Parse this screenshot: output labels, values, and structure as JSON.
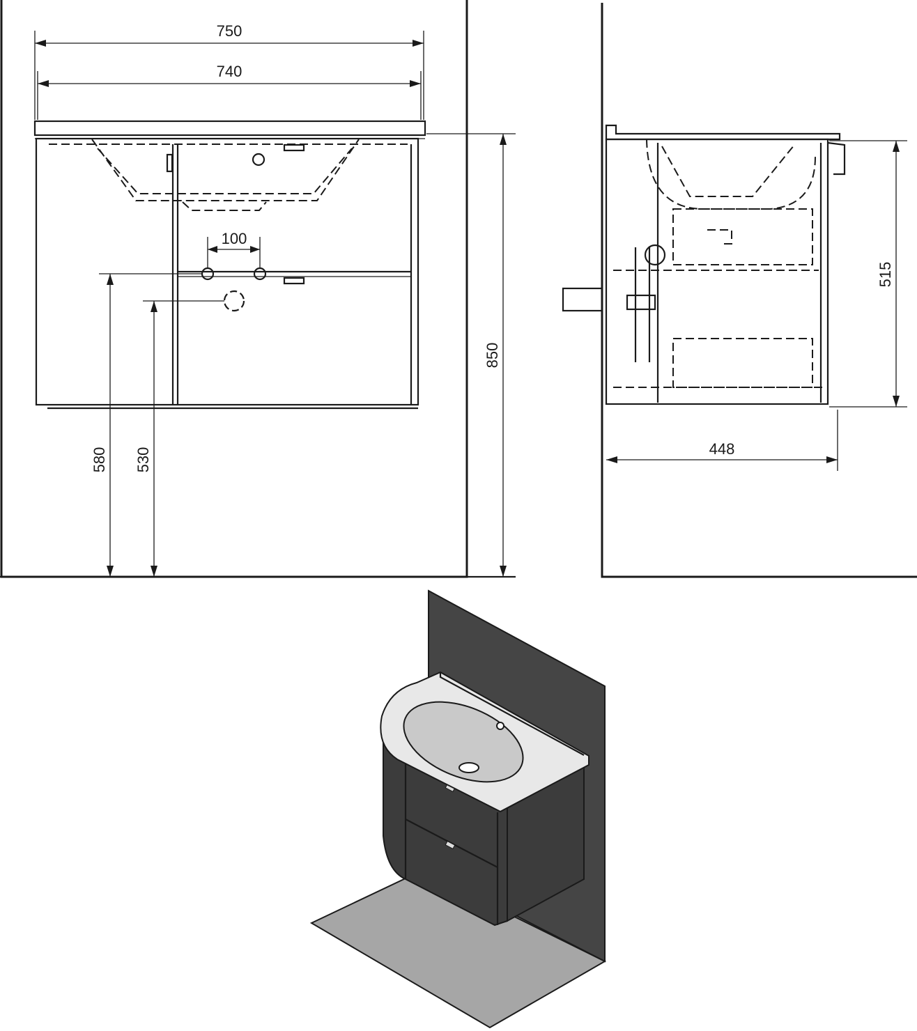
{
  "front_view": {
    "dims": {
      "overall_width": "750",
      "cabinet_width": "740",
      "tap_hole_spacing": "100",
      "overall_height": "850",
      "tap_height": "580",
      "drain_height": "530"
    }
  },
  "side_view": {
    "dims": {
      "cabinet_height": "515",
      "depth": "448"
    }
  },
  "colors": {
    "line": "#1a1a1a",
    "wall": "#454545",
    "floor": "#a6a6a6",
    "cabinet": "#3c3c3c",
    "basin": "#e8e8e8"
  }
}
